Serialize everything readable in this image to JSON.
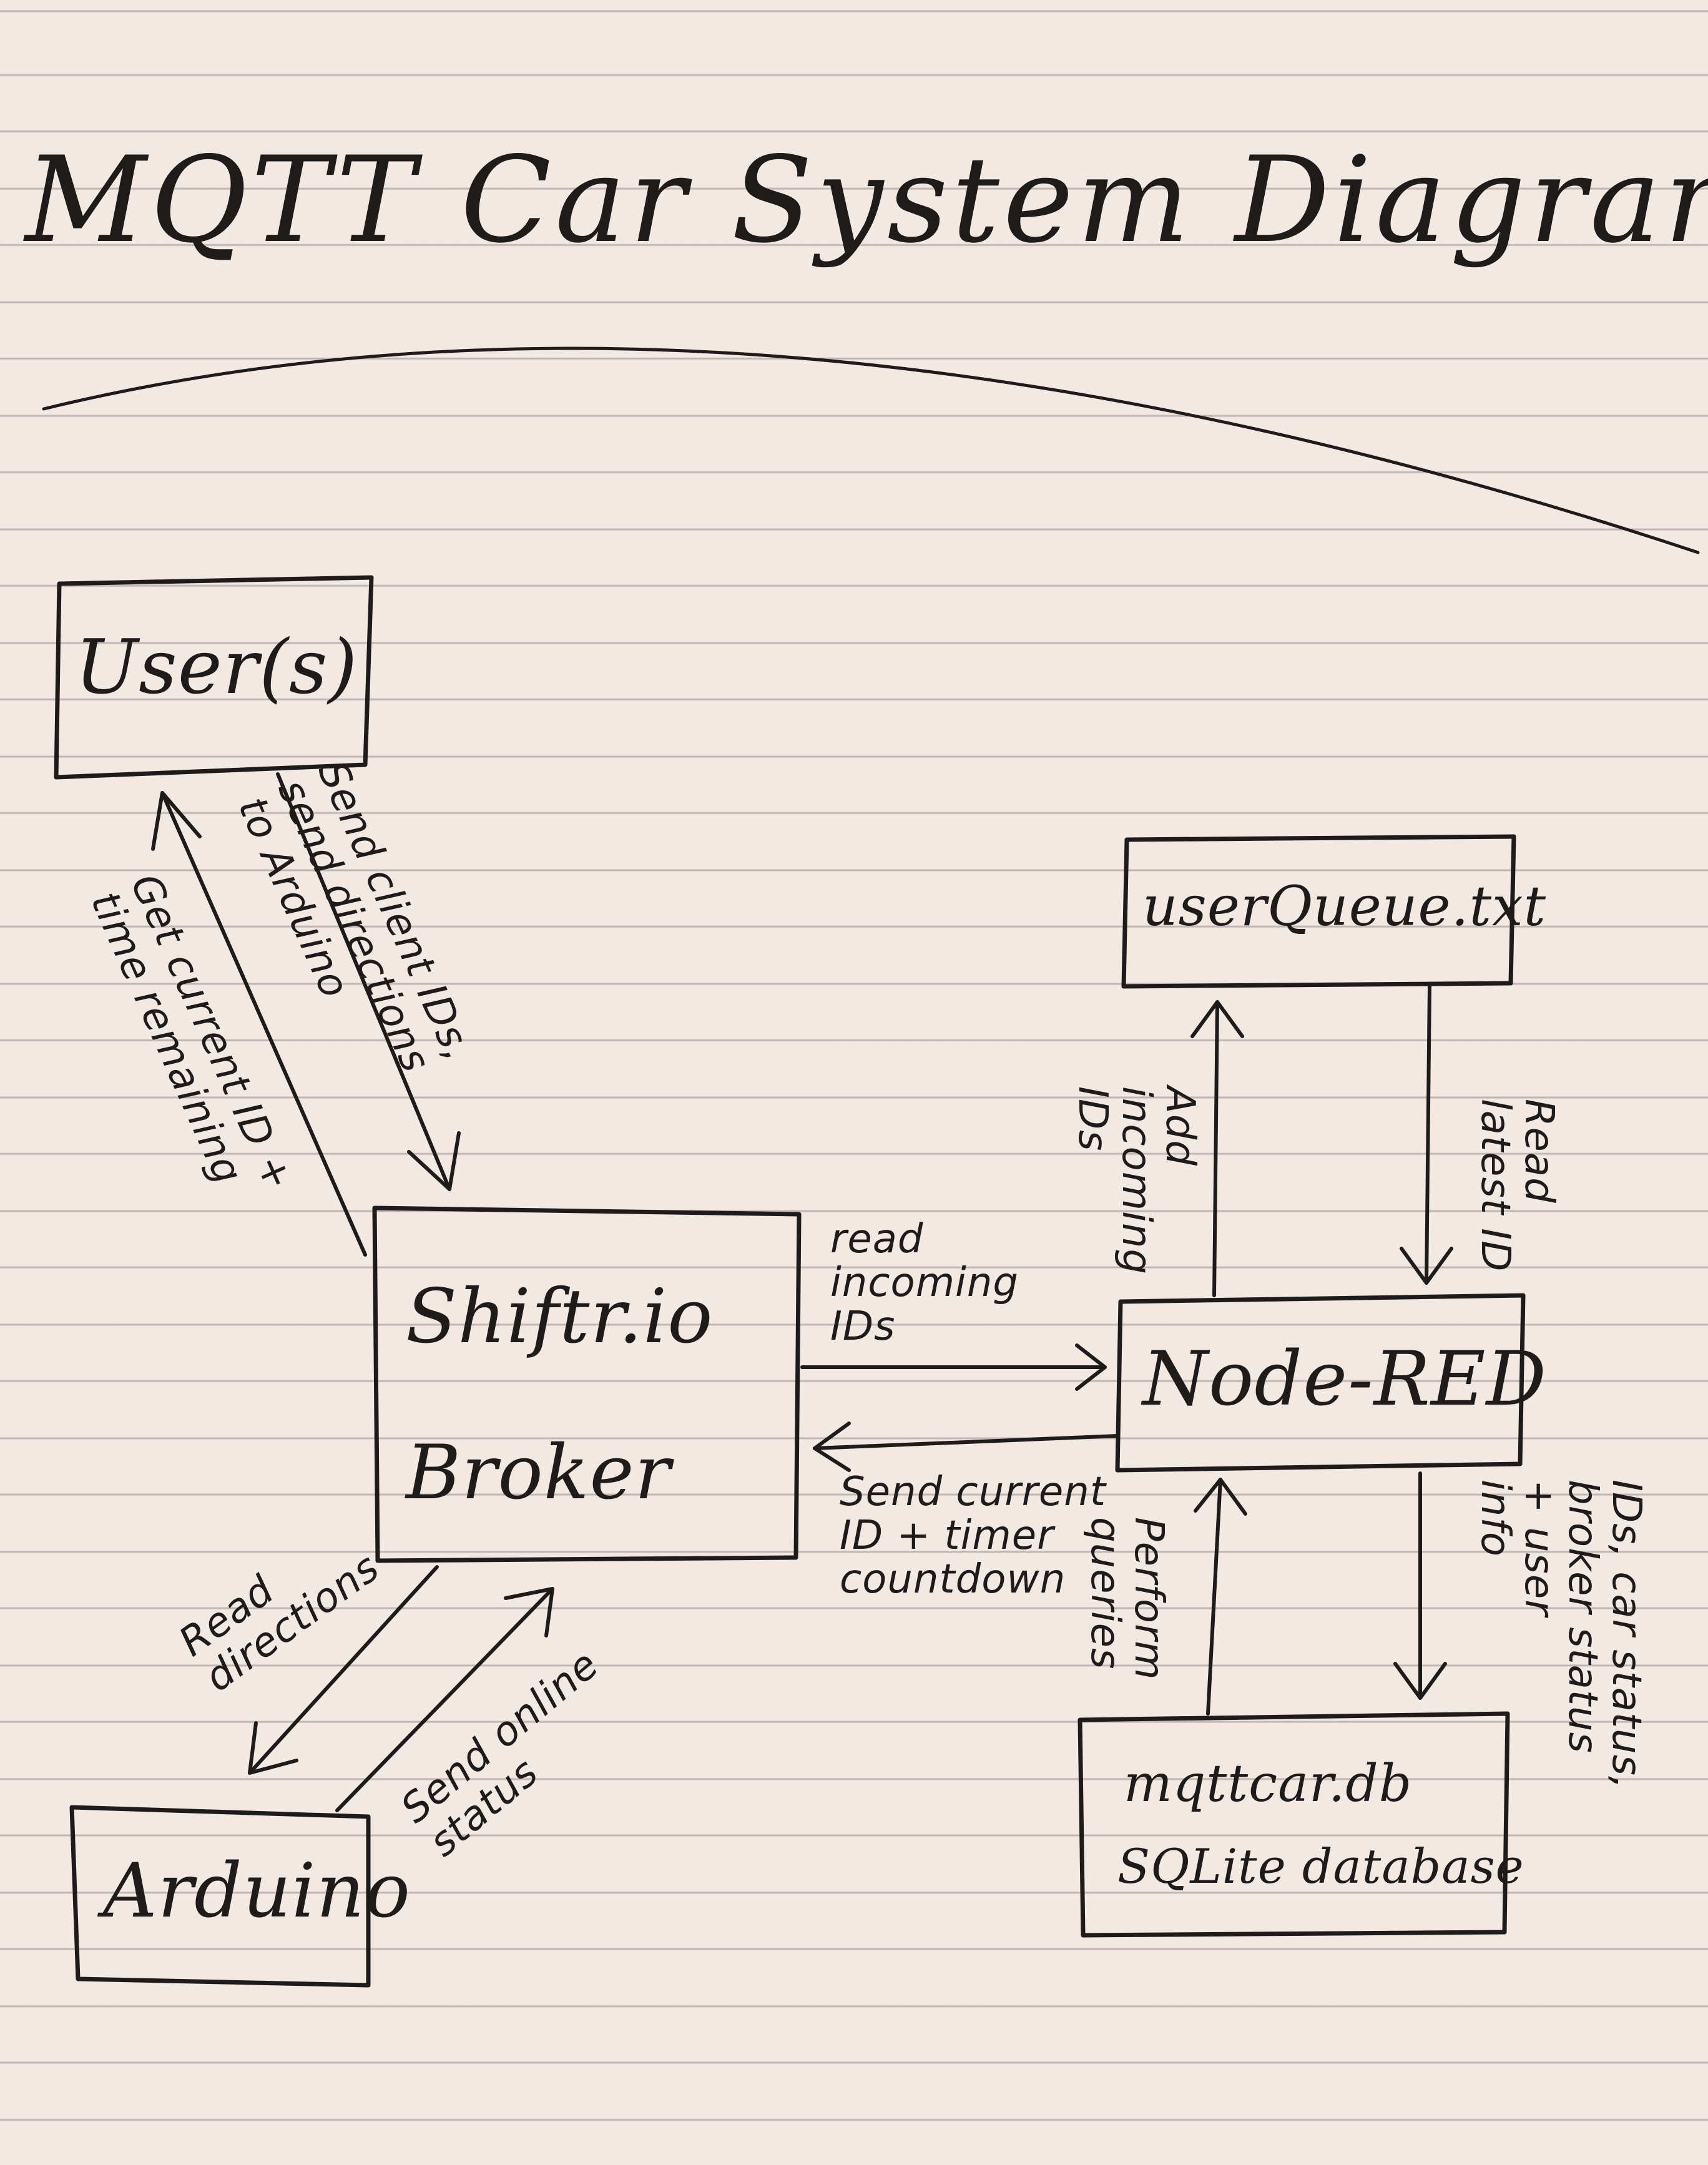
{
  "title": "MQTT Car System Diagram",
  "nodes": {
    "users": "User(s)",
    "broker_line1": "Shiftr.io",
    "broker_line2": "Broker",
    "arduino": "Arduino",
    "nodered": "Node-RED",
    "userqueue": "userQueue.txt",
    "database_line1": "mqttcar.db",
    "database_line2": "SQLite database"
  },
  "edges": {
    "users_to_broker": "Send client IDs,\nsend directions\nto Arduino",
    "broker_to_users": "Get current ID +\ntime remaining",
    "broker_to_nodered": "read\nincoming\nIDs",
    "nodered_to_broker": "Send current\nID + timer\ncountdown",
    "nodered_to_userqueue": "Add\nincoming\nIDs",
    "userqueue_to_nodered": "Read\nlatest ID",
    "nodered_to_database": "IDs, car status,\nbroker status\n+ user\ninfo",
    "database_to_nodered": "Perform\nqueries",
    "broker_to_arduino": "Read\ndirections",
    "arduino_to_broker": "Send online\nstatus"
  }
}
